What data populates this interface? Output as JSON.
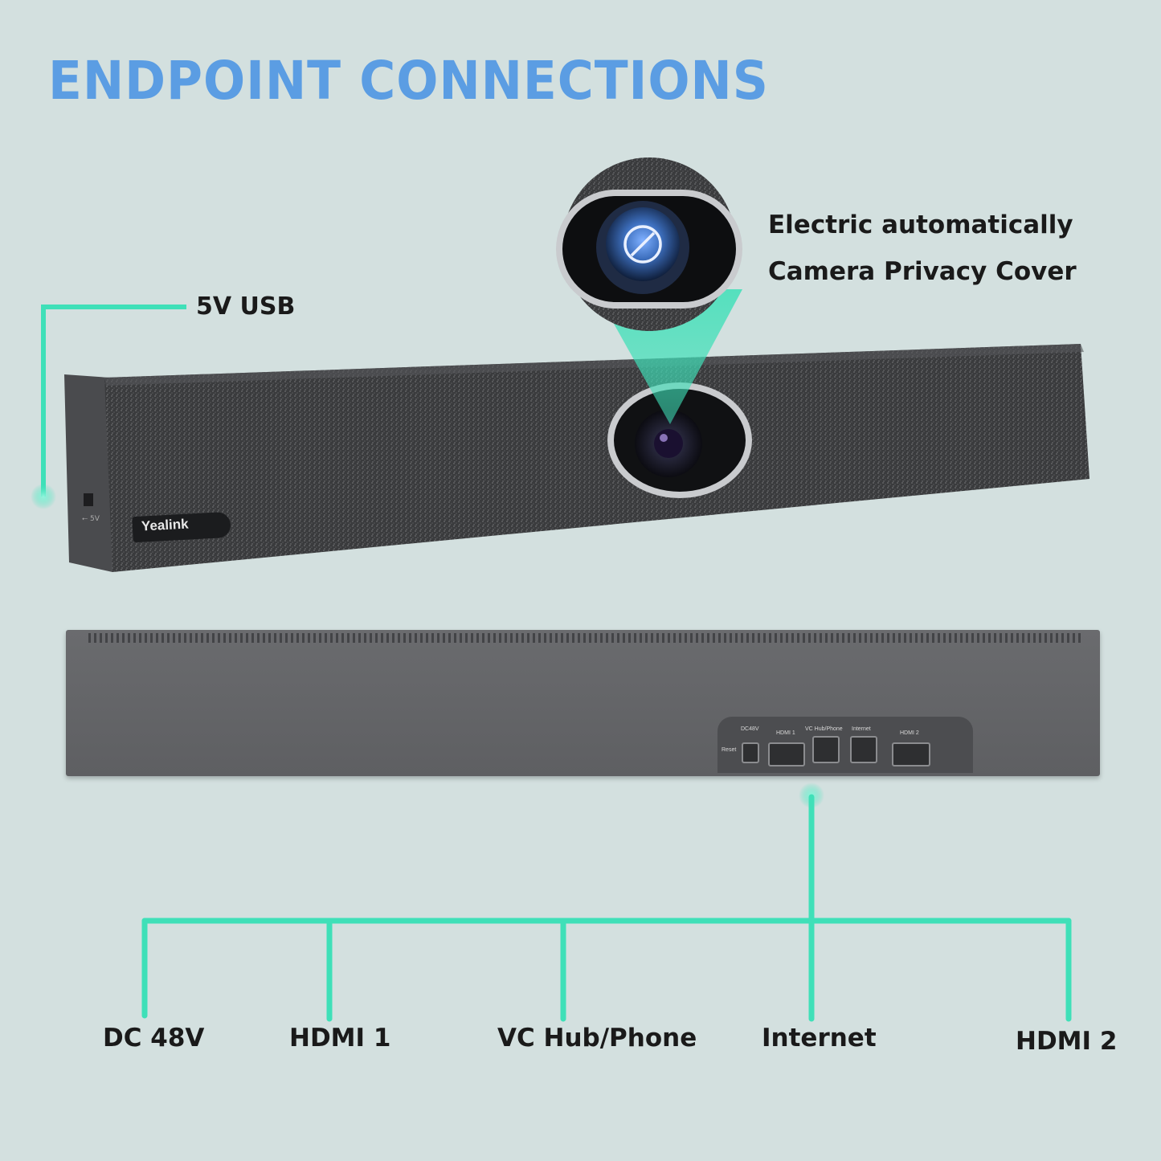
{
  "title": "ENDPOINT CONNECTIONS",
  "front": {
    "usb_label": "5V USB",
    "privacy_label_line1": "Electric automatically",
    "privacy_label_line2": "Camera Privacy  Cover",
    "brand": "Yealink"
  },
  "rear": {
    "port_texts": {
      "reset": "Reset",
      "dc": "DC48V",
      "hdmi1": "HDMI 1",
      "vc": "VC Hub/Phone",
      "internet": "Internet",
      "hdmi2": "HDMI 2"
    }
  },
  "ports": {
    "dc": "DC 48V",
    "hdmi1": "HDMI 1",
    "vc": "VC Hub/Phone",
    "internet": "Internet",
    "hdmi2": "HDMI 2"
  },
  "colors": {
    "background": "#d3e0df",
    "title": "#5b9de3",
    "connector": "#3fe0b8",
    "device": "#3a3b3d"
  }
}
